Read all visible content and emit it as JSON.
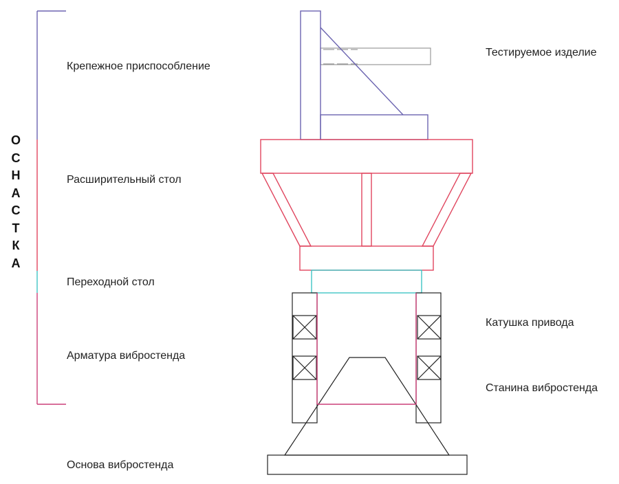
{
  "diagram": {
    "vertical_title": "ОСНАСТКА",
    "labels": {
      "fixture": "Крепежное приспособление",
      "expander_table": "Расширительный стол",
      "adapter_table": "Переходной стол",
      "armature": "Арматура вибростенда",
      "base": "Основа вибростенда",
      "test_item": "Тестируемое изделие",
      "drive_coil": "Катушка привода",
      "frame": "Станина вибростенда"
    },
    "colors": {
      "fixture": "#6b64b0",
      "expander_table": "#e0455e",
      "adapter_table": "#3fc4c4",
      "armature": "#cc3f78",
      "structure": "#222222",
      "test_item": "#9a9a9a"
    }
  }
}
